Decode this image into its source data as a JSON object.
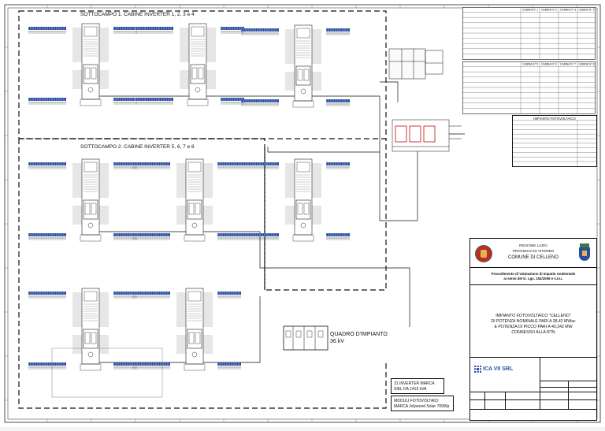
{
  "sottocampo1": {
    "title": "SOTTOCAMPO 1: CABINE INVERTER 1, 2, 3 e 4"
  },
  "sottocampo2": {
    "title": "SOTTOCAMPO 2: CABINE INVERTER 5, 6, 7 e 8"
  },
  "quadro": {
    "title_line1": "QUADRO D'IMPIANTO",
    "title_line2": "36 kV"
  },
  "legend": {
    "inverter_line1": "31 INVERTER MARCA",
    "inverter_line2": "SIEL DA 1415 kVA",
    "modules_line1": "MODULI FOTOVOLTAICI",
    "modules_line2": "MARCA Jolywood Solar 700Wp"
  },
  "cabine_table_1": {
    "headers": [
      "CABINA N° 1",
      "CABINA N° 2",
      "CABINA N° 3",
      "CABINA N° 4"
    ],
    "rows": [
      [
        "",
        "",
        "",
        ""
      ],
      [
        "",
        "",
        "",
        ""
      ],
      [
        "",
        "",
        "",
        ""
      ],
      [
        "",
        "",
        "",
        ""
      ],
      [
        "",
        "",
        "",
        ""
      ],
      [
        "",
        "",
        "",
        ""
      ],
      [
        "",
        "",
        "",
        ""
      ],
      [
        "",
        "",
        "",
        ""
      ],
      [
        "",
        "",
        "",
        ""
      ]
    ]
  },
  "cabine_table_2": {
    "headers": [
      "CABINA N° 5",
      "CABINA N° 6",
      "CABINA N° 7",
      "CABINA N° 8"
    ],
    "rows": [
      [
        "",
        "",
        "",
        ""
      ],
      [
        "",
        "",
        "",
        ""
      ],
      [
        "",
        "",
        "",
        ""
      ],
      [
        "",
        "",
        "",
        ""
      ],
      [
        "",
        "",
        "",
        ""
      ],
      [
        "",
        "",
        "",
        ""
      ],
      [
        "",
        "",
        "",
        ""
      ],
      [
        "",
        "",
        "",
        ""
      ],
      [
        "",
        "",
        "",
        ""
      ]
    ]
  },
  "impianto_table": {
    "header": "IMPIANTO FOTOVOLTAICO"
  },
  "title_block": {
    "region": "REGIONE LAZIO",
    "province": "PROVINCIA DI VITERBO",
    "comune": "COMUNE DI CELLENO",
    "procedure_line1": "Procedimento di Valutazione di Impatto Ambientale",
    "procedure_line2": "ai sensi del D. Lgs. 152/2006 e s.m.i.",
    "project_line1": "IMPIANTO FOTOVOLTAICO \"CELLENO\"",
    "project_line2": "DI POTENZA NOMINALE PARI A 38,42 MWac",
    "project_line3": "E POTENZA DI PICCO PARI A 40,342 MW",
    "project_line4": "CONNESSO ALLA RTN",
    "company": "ICA VII SRL"
  },
  "colors": {
    "line": "#1a1a1a",
    "blue_module": "#2a4fa0",
    "red_accent": "#c0282d",
    "grey": "#9a9a9a"
  },
  "icons": {
    "emblem_left": "lazio-region-crest-icon",
    "emblem_right": "celleno-crest-icon",
    "company_logo": "ica-logo-icon"
  }
}
